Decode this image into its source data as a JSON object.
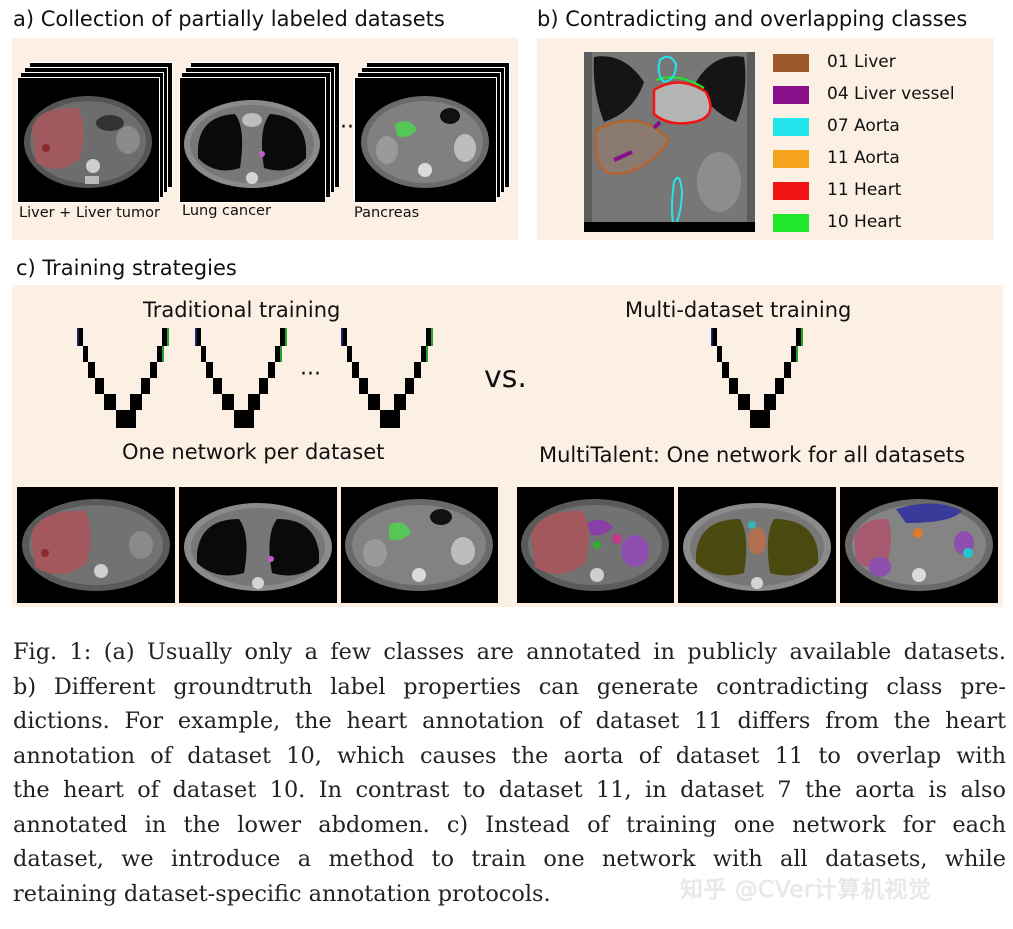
{
  "panel_a": {
    "title": "a) Collection of partially labeled datasets",
    "labels": [
      "Liver + Liver tumor",
      "Lung cancer",
      "Pancreas"
    ],
    "ellipsis": "···"
  },
  "panel_b": {
    "title": "b) Contradicting and overlapping classes",
    "legend": [
      {
        "label": "01 Liver",
        "color": "#9c5a2c"
      },
      {
        "label": "04 Liver vessel",
        "color": "#8a0f8a"
      },
      {
        "label": "07 Aorta",
        "color": "#22e5ec"
      },
      {
        "label": "11 Aorta",
        "color": "#f5a21c"
      },
      {
        "label": "11 Heart",
        "color": "#f01414"
      },
      {
        "label": "10 Heart",
        "color": "#22e62a"
      }
    ]
  },
  "panel_c": {
    "title": "c) Training strategies",
    "traditional_title": "Traditional training",
    "traditional_caption": "One network per dataset",
    "versus": "vs.",
    "ellipsis": "···",
    "multi_title": "Multi-dataset training",
    "multi_caption": "MultiTalent: One network for all datasets"
  },
  "caption": {
    "lines": [
      "Fig. 1: (a) Usually only a few classes are annotated in publicly available datasets.",
      "b) Different groundtruth label properties can generate contradicting class pre-",
      "dictions. For example, the heart annotation of dataset 11 differs from the heart",
      "annotation of dataset 10, which causes the aorta of dataset 11 to overlap with",
      "the heart of dataset 10. In contrast to dataset 11, in dataset 7 the aorta is also",
      "annotated in the lower abdomen. c) Instead of training one network for each",
      "dataset, we introduce a method to train one network with all datasets, while",
      "retaining dataset-specific annotation protocols."
    ]
  },
  "watermark": "知乎 @CVer计算机视觉"
}
